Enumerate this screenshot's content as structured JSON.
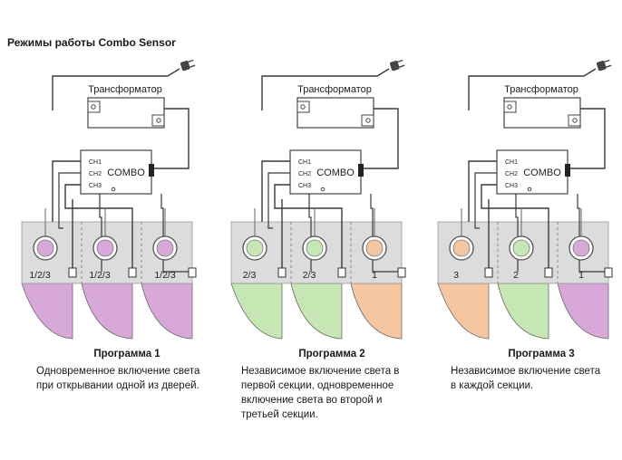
{
  "page_title": "Режимы работы Combo Sensor",
  "labels": {
    "transformer": "Трансформатор",
    "combo": "COMBO",
    "ch1": "CH1",
    "ch2": "CH2",
    "ch3": "CH3"
  },
  "colors": {
    "purple": "#d8a8d8",
    "purple_dark": "#a060a0",
    "green": "#c6e6b4",
    "green_dark": "#5ea05e",
    "orange": "#f6c6a0",
    "orange_dark": "#d88a50",
    "panel": "#dcdcdc",
    "wire": "#3a3a3a"
  },
  "programs": [
    {
      "title": "Программа 1",
      "description": "Одновременное включение света\nпри открывании одной из дверей.",
      "sensors": [
        {
          "color": "purple",
          "label": "1/2/3"
        },
        {
          "color": "purple",
          "label": "1/2/3"
        },
        {
          "color": "purple",
          "label": "1/2/3"
        }
      ]
    },
    {
      "title": "Программа 2",
      "description": "Независимое включение света в\nпервой секции, одновременное\nвключение света во второй и\nтретьей секции.",
      "sensors": [
        {
          "color": "green",
          "label": "2/3"
        },
        {
          "color": "green",
          "label": "2/3"
        },
        {
          "color": "orange",
          "label": "1"
        }
      ]
    },
    {
      "title": "Программа 3",
      "description": "Независимое включение света\nв каждой секции.",
      "sensors": [
        {
          "color": "orange",
          "label": "3"
        },
        {
          "color": "green",
          "label": "2"
        },
        {
          "color": "purple",
          "label": "1"
        }
      ]
    }
  ]
}
